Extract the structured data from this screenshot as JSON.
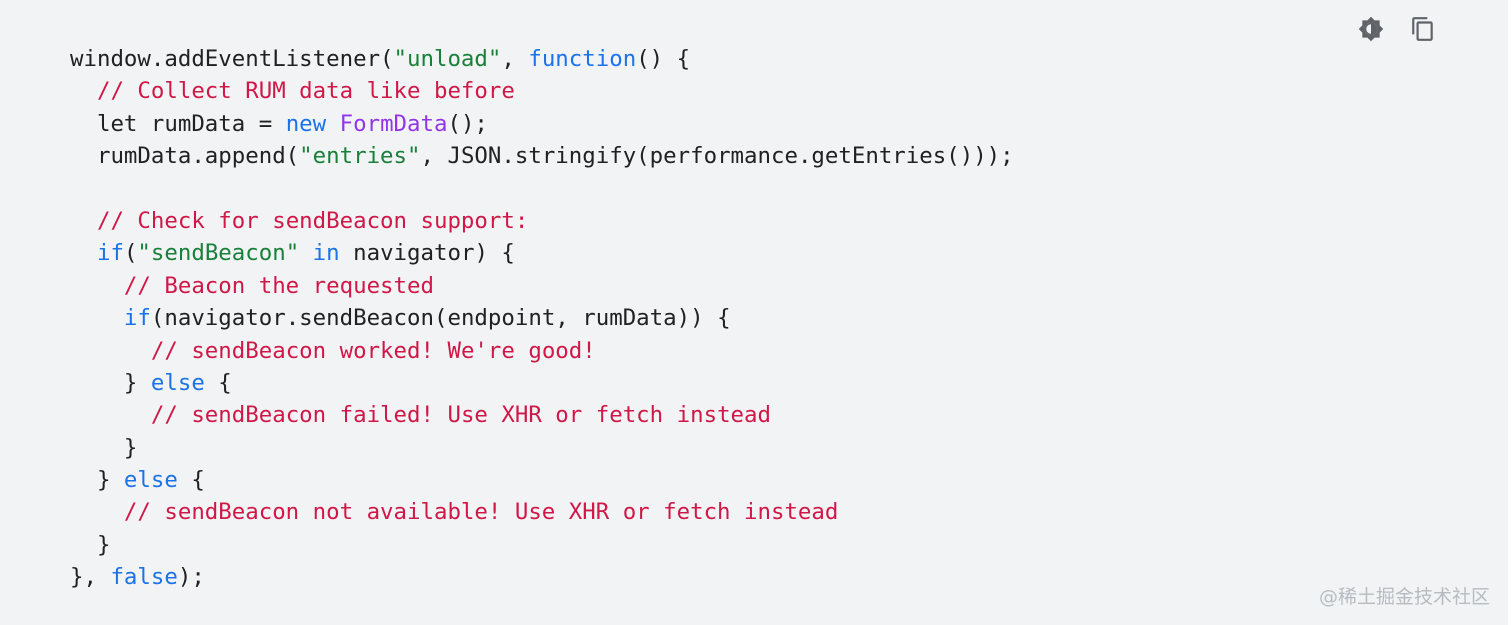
{
  "toolbar": {
    "theme_icon": "brightness-contrast-icon",
    "copy_icon": "copy-icon"
  },
  "code": {
    "lines": [
      [
        {
          "t": "window.addEventListener(",
          "c": "default"
        },
        {
          "t": "\"unload\"",
          "c": "string"
        },
        {
          "t": ", ",
          "c": "default"
        },
        {
          "t": "function",
          "c": "keyword"
        },
        {
          "t": "() {",
          "c": "default"
        }
      ],
      [
        {
          "t": "  ",
          "c": "default"
        },
        {
          "t": "// Collect RUM data like before",
          "c": "comment"
        }
      ],
      [
        {
          "t": "  let rumData = ",
          "c": "default"
        },
        {
          "t": "new",
          "c": "keyword"
        },
        {
          "t": " ",
          "c": "default"
        },
        {
          "t": "FormData",
          "c": "type"
        },
        {
          "t": "();",
          "c": "default"
        }
      ],
      [
        {
          "t": "  rumData.append(",
          "c": "default"
        },
        {
          "t": "\"entries\"",
          "c": "string"
        },
        {
          "t": ", JSON.stringify(performance.getEntries()));",
          "c": "default"
        }
      ],
      [
        {
          "t": "",
          "c": "default"
        }
      ],
      [
        {
          "t": "  ",
          "c": "default"
        },
        {
          "t": "// Check for sendBeacon support:",
          "c": "comment"
        }
      ],
      [
        {
          "t": "  ",
          "c": "default"
        },
        {
          "t": "if",
          "c": "keyword"
        },
        {
          "t": "(",
          "c": "default"
        },
        {
          "t": "\"sendBeacon\"",
          "c": "string"
        },
        {
          "t": " ",
          "c": "default"
        },
        {
          "t": "in",
          "c": "keyword"
        },
        {
          "t": " navigator) {",
          "c": "default"
        }
      ],
      [
        {
          "t": "    ",
          "c": "default"
        },
        {
          "t": "// Beacon the requested",
          "c": "comment"
        }
      ],
      [
        {
          "t": "    ",
          "c": "default"
        },
        {
          "t": "if",
          "c": "keyword"
        },
        {
          "t": "(navigator.sendBeacon(endpoint, rumData)) {",
          "c": "default"
        }
      ],
      [
        {
          "t": "      ",
          "c": "default"
        },
        {
          "t": "// sendBeacon worked! We're good!",
          "c": "comment"
        }
      ],
      [
        {
          "t": "    } ",
          "c": "default"
        },
        {
          "t": "else",
          "c": "keyword"
        },
        {
          "t": " {",
          "c": "default"
        }
      ],
      [
        {
          "t": "      ",
          "c": "default"
        },
        {
          "t": "// sendBeacon failed! Use XHR or fetch instead",
          "c": "comment"
        }
      ],
      [
        {
          "t": "    }",
          "c": "default"
        }
      ],
      [
        {
          "t": "  } ",
          "c": "default"
        },
        {
          "t": "else",
          "c": "keyword"
        },
        {
          "t": " {",
          "c": "default"
        }
      ],
      [
        {
          "t": "    ",
          "c": "default"
        },
        {
          "t": "// sendBeacon not available! Use XHR or fetch instead",
          "c": "comment"
        }
      ],
      [
        {
          "t": "  }",
          "c": "default"
        }
      ],
      [
        {
          "t": "}, ",
          "c": "default"
        },
        {
          "t": "false",
          "c": "keyword"
        },
        {
          "t": ");",
          "c": "default"
        }
      ]
    ]
  },
  "watermark": "@稀土掘金技术社区",
  "colors": {
    "background": "#f1f3f4",
    "default": "#202124",
    "string": "#188038",
    "keyword": "#1a73e8",
    "comment": "#d01848",
    "type": "#9334e6",
    "icon": "#5f6368"
  }
}
